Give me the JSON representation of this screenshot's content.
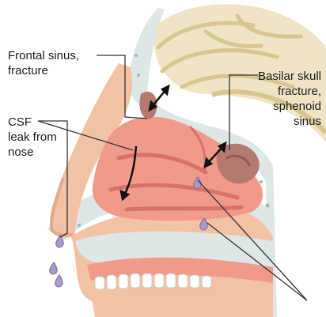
{
  "labels": {
    "frontal_sinus": "Frontal sinus,\nfracture",
    "csf_leak": "CSF\nleak from\nnose",
    "basilar_skull": "Basilar skull\nfracture,\nsphenoid\nsinus"
  },
  "colors": {
    "skin": "#f2c2a4",
    "skin_shadow": "#e4a98a",
    "bone": "#dfe6e6",
    "bone_speckle": "#9fb4bd",
    "brain": "#efe4c3",
    "brain_fold": "#d8c690",
    "mucosa": "#f09a8a",
    "mucosa_dark": "#d9706a",
    "sinus": "#b57a6f",
    "csf_drop": "#a99bc4",
    "leader": "#333333",
    "arrow": "#111111"
  }
}
